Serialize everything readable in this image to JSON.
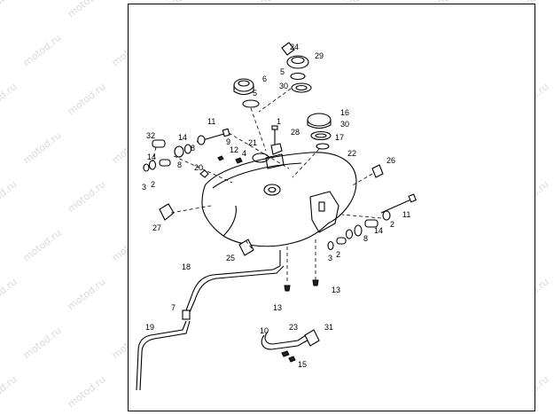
{
  "watermark": {
    "text": "motod.ru"
  },
  "callouts": {
    "c24": "24",
    "c29": "29",
    "c6": "6",
    "c5a": "5",
    "c5b": "5",
    "c30a": "30",
    "c16": "16",
    "c30b": "30",
    "c17": "17",
    "c11a": "11",
    "c1": "1",
    "c28": "28",
    "c32": "32",
    "c14a": "14",
    "c8a": "8",
    "c9": "9",
    "c21": "21",
    "c12": "12",
    "c4": "4",
    "c20": "20",
    "c22": "22",
    "c26": "26",
    "c14b": "14",
    "c8b": "8",
    "c3a": "3",
    "c2a": "2",
    "c27": "27",
    "c25": "25",
    "c11b": "11",
    "c2b": "2",
    "c14c": "14",
    "c8c": "8",
    "c3b": "3",
    "c2c": "2",
    "c18": "18",
    "c13a": "13",
    "c13b": "13",
    "c7": "7",
    "c19": "19",
    "c10": "10",
    "c23": "23",
    "c31": "31",
    "c15": "15"
  }
}
